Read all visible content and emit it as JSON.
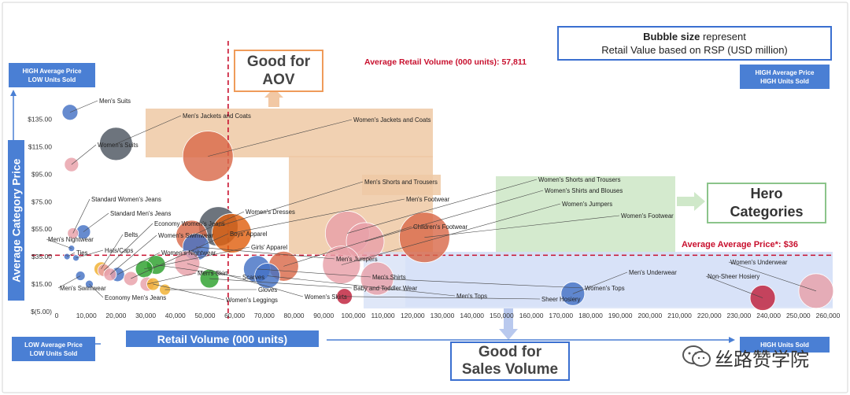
{
  "chart_data": {
    "type": "scatter",
    "subtype": "bubble",
    "xlabel": "Retail Volume (000 units)",
    "ylabel": "Average Category Price",
    "xlim": [
      0,
      260000
    ],
    "ylim": [
      -5,
      145
    ],
    "x_ticks": [
      "0",
      "10,000",
      "20,000",
      "30,000",
      "40,000",
      "50,000",
      "60,000",
      "70,000",
      "80,000",
      "90,000",
      "100,000",
      "110,000",
      "120,000",
      "130,000",
      "140,000",
      "150,000",
      "160,000",
      "170,000",
      "180,000",
      "190,000",
      "200,000",
      "210,000",
      "220,000",
      "230,000",
      "240,000",
      "250,000",
      "260,000"
    ],
    "x_tick_values": [
      0,
      10000,
      20000,
      30000,
      40000,
      50000,
      60000,
      70000,
      80000,
      90000,
      100000,
      110000,
      120000,
      130000,
      140000,
      150000,
      160000,
      170000,
      180000,
      190000,
      200000,
      210000,
      220000,
      230000,
      240000,
      250000,
      260000
    ],
    "y_ticks": [
      "$(5.00)",
      "$15.00",
      "$35.00",
      "$55.00",
      "$75.00",
      "$95.00",
      "$115.00",
      "$135.00"
    ],
    "y_tick_values": [
      -5,
      15,
      35,
      55,
      75,
      95,
      115,
      135
    ],
    "reference_lines": {
      "vertical_x": 57811,
      "vertical_label": "Average Retail Volume (000 units): 57,811",
      "horizontal_y": 36,
      "horizontal_label": "Average Average Price*: $36"
    },
    "points": [
      {
        "label": "Men's Suits",
        "x": 4500,
        "y": 140,
        "size": 10,
        "color": "#4472c4"
      },
      {
        "label": "Women's Suits",
        "x": 5000,
        "y": 102,
        "size": 9,
        "color": "#e8a0a8"
      },
      {
        "label": "Men's Jackets and Coats",
        "x": 20000,
        "y": 117,
        "size": 21,
        "color": "#4d5560"
      },
      {
        "label": "Women's Jackets and Coats",
        "x": 51000,
        "y": 108,
        "size": 32,
        "color": "#d96a4a"
      },
      {
        "label": "Standard Women's Jeans",
        "x": 5500,
        "y": 52,
        "size": 7,
        "color": "#e8a0a8"
      },
      {
        "label": "Standard Men's Jeans",
        "x": 9000,
        "y": 53,
        "size": 9,
        "color": "#4472c4"
      },
      {
        "label": "Men's Nightwear",
        "x": 5000,
        "y": 41,
        "size": 4,
        "color": "#4472c4"
      },
      {
        "label": "Ties",
        "x": 3500,
        "y": 35,
        "size": 4,
        "color": "#4472c4"
      },
      {
        "label": "Hats/Caps",
        "x": 6500,
        "y": 34,
        "size": 4,
        "color": "#4472c4"
      },
      {
        "label": "Men's Swimwear",
        "x": 8000,
        "y": 21,
        "size": 6,
        "color": "#4472c4"
      },
      {
        "label": "Economy Men's Jeans",
        "x": 11000,
        "y": 15,
        "size": 5,
        "color": "#4472c4"
      },
      {
        "label": "Belts",
        "x": 15000,
        "y": 26,
        "size": 9,
        "color": "#f0b030"
      },
      {
        "label": "Economy Women's Jeans",
        "x": 16000,
        "y": 25,
        "size": 8,
        "color": "#e8a0a8"
      },
      {
        "label": "Women's Swimwear",
        "x": 18000,
        "y": 22,
        "size": 8,
        "color": "#e8a0a8"
      },
      {
        "label": "Women's Nightwear",
        "x": 20500,
        "y": 22,
        "size": 9,
        "color": "#4472c4"
      },
      {
        "label": "Boys' Apparel",
        "x": 25000,
        "y": 19,
        "size": 9,
        "color": "#e8a0a8"
      },
      {
        "label": "Girls' Apparel",
        "x": 29500,
        "y": 26,
        "size": 11,
        "color": "#2ca02c"
      },
      {
        "label": "Scarves",
        "x": 33500,
        "y": 29,
        "size": 12,
        "color": "#2ca02c"
      },
      {
        "label": "Men's Skirt",
        "x": 30500,
        "y": 15,
        "size": 9,
        "color": "#e8a0a8"
      },
      {
        "label": "Women's Leggings",
        "x": 32500,
        "y": 15,
        "size": 8,
        "color": "#f0b030"
      },
      {
        "label": "Gloves",
        "x": 36500,
        "y": 11,
        "size": 7,
        "color": "#f0b030"
      },
      {
        "label": "Women's Dresses",
        "x": 45500,
        "y": 50,
        "size": 20,
        "color": "#d96a4a"
      },
      {
        "label": "Men's Jumpers",
        "x": 47000,
        "y": 42,
        "size": 17,
        "color": "#4472c4"
      },
      {
        "label": "Women's Skirts",
        "x": 44000,
        "y": 30,
        "size": 16,
        "color": "#e8a0a8"
      },
      {
        "label": "Men's Shorts and Trousers",
        "x": 54500,
        "y": 57,
        "size": 25,
        "color": "#4d5560"
      },
      {
        "label": "Men's Footwear",
        "x": 59000,
        "y": 52,
        "size": 25,
        "color": "#e06010"
      },
      {
        "label": "Baby and Toddler Wear",
        "x": 51500,
        "y": 19,
        "size": 12,
        "color": "#2ca02c"
      },
      {
        "label": "Children's Footwear",
        "x": 76500,
        "y": 28,
        "size": 19,
        "color": "#d96a4a"
      },
      {
        "label": "Men's Shirts",
        "x": 67500,
        "y": 26,
        "size": 17,
        "color": "#4472c4"
      },
      {
        "label": "Men's Tops",
        "x": 71000,
        "y": 21,
        "size": 16,
        "color": "#4472c4"
      },
      {
        "label": "Sheer Hosiery",
        "x": 97000,
        "y": 6,
        "size": 10,
        "color": "#c0203a"
      },
      {
        "label": "Women's Shorts and Trousers",
        "x": 98000,
        "y": 52,
        "size": 28,
        "color": "#e8a0a8"
      },
      {
        "label": "Women's Shirts and Blouses",
        "x": 104000,
        "y": 46,
        "size": 24,
        "color": "#e8a0a8"
      },
      {
        "label": "Women's Jumpers",
        "x": 96000,
        "y": 29,
        "size": 24,
        "color": "#e8a0a8"
      },
      {
        "label": "Women's Tops",
        "x": 108000,
        "y": 19,
        "size": 21,
        "color": "#e8a0a8"
      },
      {
        "label": "Women's Footwear",
        "x": 124000,
        "y": 49,
        "size": 32,
        "color": "#d96a4a"
      },
      {
        "label": "Men's Underwear",
        "x": 174000,
        "y": 8,
        "size": 15,
        "color": "#4472c4"
      },
      {
        "label": "Non-Sheer Hosiery",
        "x": 238000,
        "y": 5,
        "size": 16,
        "color": "#c0203a"
      },
      {
        "label": "Women's Underwear",
        "x": 256000,
        "y": 10,
        "size": 22,
        "color": "#e8a0a8"
      }
    ]
  },
  "quadrants": {
    "top_left": "HIGH Average Price\nLOW Units Sold",
    "top_right": "HIGH Average Price\nHIGH Units Sold",
    "bottom_left": "LOW Average Price\nLOW Units Sold",
    "bottom_right": "HIGH Units Sold"
  },
  "callouts": {
    "good_for_aov": "Good for\nAOV",
    "good_for_sales_volume": "Good for\nSales Volume",
    "hero_categories": "Hero\nCategories"
  },
  "legend": {
    "bubble_size_bold": "Bubble size",
    "bubble_size_rest": " represent",
    "line2": "Retail Value based on RSP (USD million)"
  },
  "watermark": "丝路赞学院"
}
